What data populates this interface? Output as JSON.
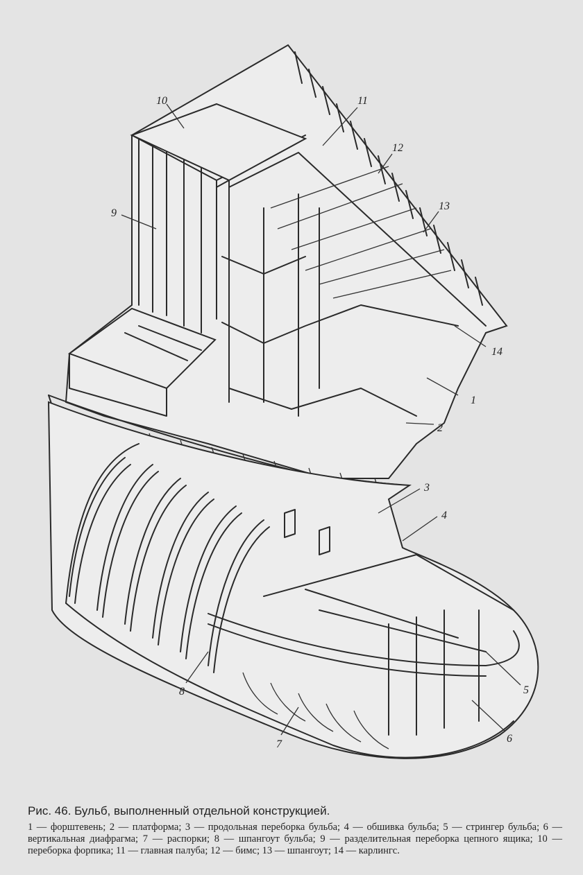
{
  "figure": {
    "callouts": [
      {
        "id": "1",
        "label": "1"
      },
      {
        "id": "2",
        "label": "2"
      },
      {
        "id": "3",
        "label": "3"
      },
      {
        "id": "4",
        "label": "4"
      },
      {
        "id": "5",
        "label": "5"
      },
      {
        "id": "6",
        "label": "6"
      },
      {
        "id": "7",
        "label": "7"
      },
      {
        "id": "8",
        "label": "8"
      },
      {
        "id": "9",
        "label": "9"
      },
      {
        "id": "10",
        "label": "10"
      },
      {
        "id": "11",
        "label": "11"
      },
      {
        "id": "12",
        "label": "12"
      },
      {
        "id": "13",
        "label": "13"
      },
      {
        "id": "14",
        "label": "14"
      }
    ]
  },
  "caption": {
    "title": "Рис. 46. Бульб, выполненный отдельной конструкцией.",
    "legend": "1 — форштевень; 2 — платформа; 3 — продольная переборка бульба; 4 — обшивка бульба; 5 — стрингер бульба; 6 — вертикальная диафрагма; 7 — распорки; 8 — шпангоут бульба; 9 — разделительная переборка цепного ящика; 10 — переборка форпика; 11 — главная палуба; 12 — бимс; 13 — шпангоут; 14 — карлингс."
  }
}
